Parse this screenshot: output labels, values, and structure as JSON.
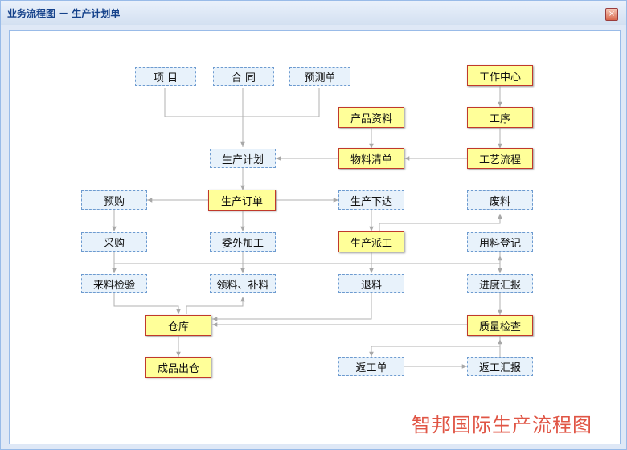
{
  "window": {
    "title": "业务流程图 － 生产计划单",
    "close_symbol": "×"
  },
  "footer": "智邦国际生产流程图",
  "nodes": {
    "xiangmu": "项 目",
    "hetong": "合 同",
    "yucedan": "预测单",
    "gongzuozhongxin": "工作中心",
    "chanpinziliao": "产品资料",
    "gongxu": "工序",
    "shengchanjihua": "生产计划",
    "wuliaoqingdan": "物料清单",
    "gongyiliucheng": "工艺流程",
    "yugou": "预购",
    "shengchandingdan": "生产订单",
    "shengchanxiada": "生产下达",
    "feiliao": "废料",
    "caigou": "采购",
    "weiwaijiagong": "委外加工",
    "shengchanpaigong": "生产派工",
    "yongliaodengji": "用料登记",
    "lailiaojianyan": "来料检验",
    "lingliaobuliao": "领料、补料",
    "tuiliao": "退料",
    "jinduhuibao": "进度汇报",
    "cangku": "仓库",
    "zhiliangjiancha": "质量检查",
    "chengpinchucang": "成品出仓",
    "fangongdan": "返工单",
    "fangonghuibao": "返工汇报"
  }
}
